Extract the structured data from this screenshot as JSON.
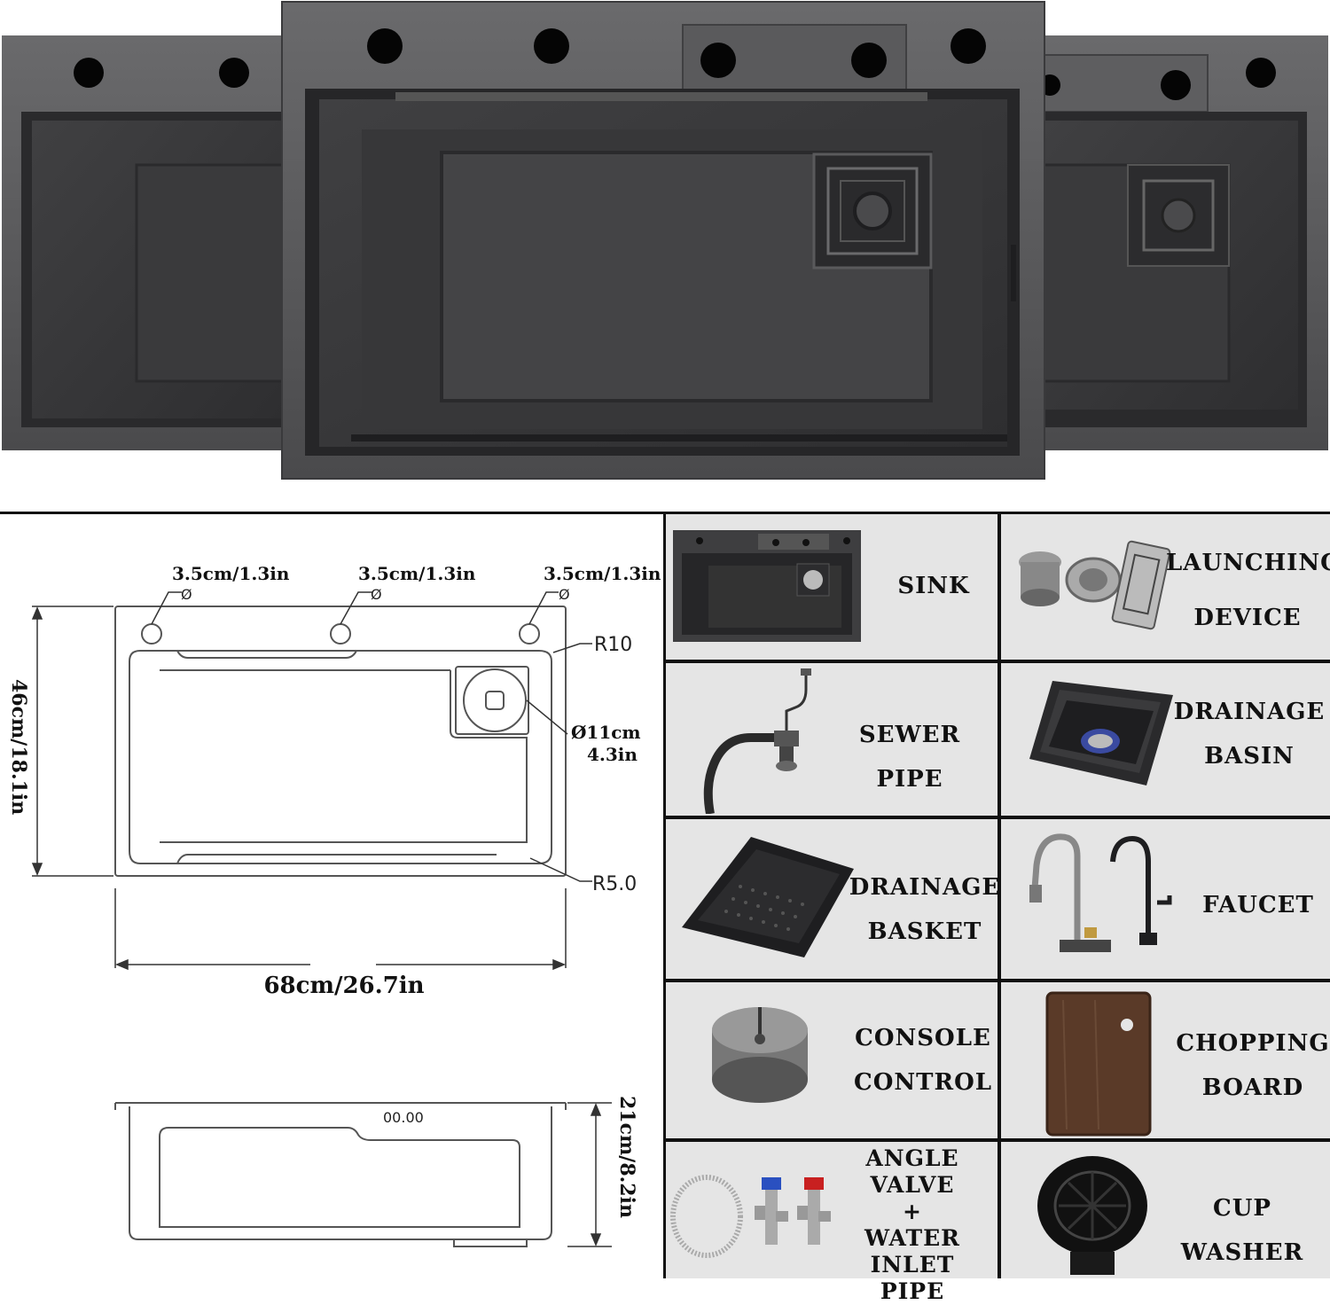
{
  "dimensions": {
    "hole_labels": [
      "3.5cm/1.3in",
      "3.5cm/1.3in",
      "3.5cm/1.3in"
    ],
    "hole_symbol": "Ø",
    "radius_outer": "R10",
    "radius_inner": "R5.0",
    "drain_diameter_line1": "Ø11cm",
    "drain_diameter_line2": "4.3in",
    "height": "46cm/18.1in",
    "width": "68cm/26.7in",
    "depth": "21cm/8.2in",
    "display_readout": "00.00"
  },
  "components": [
    {
      "name_lines": [
        "SINK"
      ],
      "icon": "sink-icon"
    },
    {
      "name_lines": [
        "LAUNCHING",
        "DEVICE"
      ],
      "icon": "launching-device-icon"
    },
    {
      "name_lines": [
        "SEWER PIPE"
      ],
      "icon": "sewer-pipe-icon"
    },
    {
      "name_lines": [
        "DRAINAGE",
        "BASIN"
      ],
      "icon": "drainage-basin-icon"
    },
    {
      "name_lines": [
        "DRAINAGE",
        "BASKET"
      ],
      "icon": "drainage-basket-icon"
    },
    {
      "name_lines": [
        "FAUCET"
      ],
      "icon": "faucet-icon"
    },
    {
      "name_lines": [
        "CONSOLE",
        "CONTROL"
      ],
      "icon": "console-control-icon"
    },
    {
      "name_lines": [
        "CHOPPING",
        "BOARD"
      ],
      "icon": "chopping-board-icon"
    },
    {
      "name_lines": [
        "ANGLE",
        "VALVE",
        "+",
        "WATER INLET",
        "PIPE"
      ],
      "icon": "angle-valve-icon"
    },
    {
      "name_lines": [
        "CUP WASHER"
      ],
      "icon": "cup-washer-icon"
    }
  ],
  "colors": {
    "sink_dark": "#3e3e40",
    "sink_rim": "#5a5a5c",
    "panel_bg": "#e5e5e5",
    "grid_line": "#111111"
  }
}
